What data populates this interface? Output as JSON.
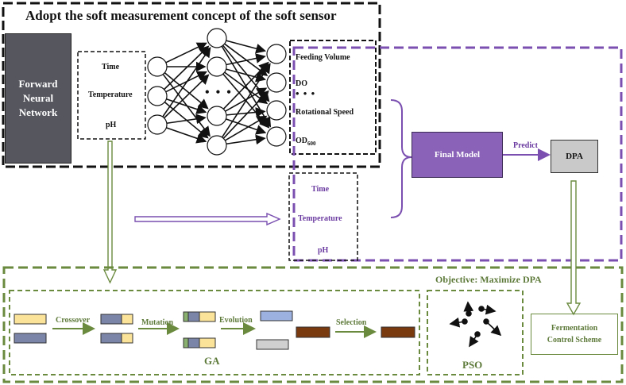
{
  "title": "Adopt the soft measurement  concept of the soft sensor",
  "fnn": {
    "line1": "Forward",
    "line2": "Neural",
    "line3": "Network"
  },
  "inputs": [
    "Time",
    "Temperature",
    "pH"
  ],
  "outputs": {
    "feeding": "Feeding Volume",
    "do": "DO",
    "dots": "• • •",
    "speed": "Rotational Speed",
    "od": "OD",
    "od_sub": "600"
  },
  "hidden_dots": "• • •",
  "purple_inputs": [
    "Time",
    "Temperature",
    "pH"
  ],
  "final_model": "Final Model",
  "predict": "Predict",
  "dpa": "DPA",
  "objective": "Objective: Maximize DPA",
  "ga": {
    "crossover": "Crossover",
    "mutation": "Mutation",
    "evolution": "Evolution",
    "selection": "Selection",
    "label": "GA"
  },
  "pso": "PSO",
  "fermentation": {
    "line1": "Fermentation",
    "line2": "Control Scheme"
  },
  "colors": {
    "purple": "#8a63b8",
    "green": "#6a8a3e",
    "yellow": "#fbe39a",
    "slate": "#7a85a8",
    "brown": "#7a3a10",
    "grey": "#55565e"
  }
}
